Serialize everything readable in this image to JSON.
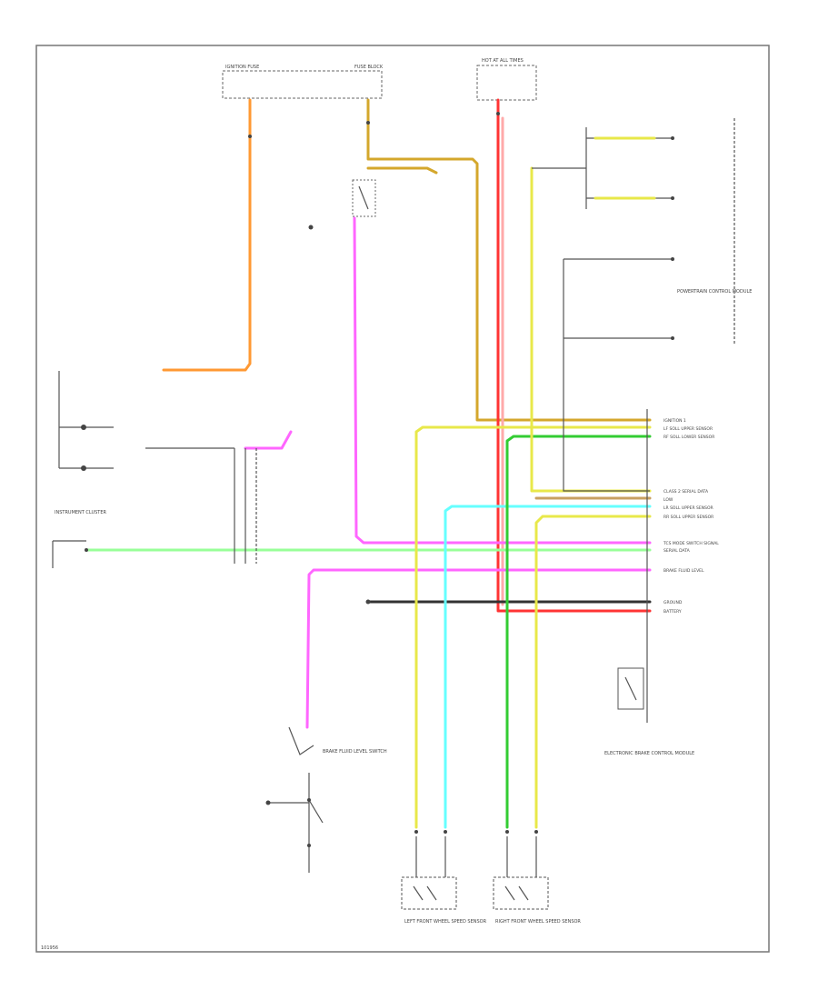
{
  "diagram": {
    "module_pins": [
      {
        "label": "IGNITION 1"
      },
      {
        "label": "LF SOLL UPPER SENSOR"
      },
      {
        "label": "RF SOLL LOWER SENSOR"
      },
      {
        "label": "CLASS 2 SERIAL DATA"
      },
      {
        "label": "LOW"
      },
      {
        "label": "LR SOLL UPPER SENSOR"
      },
      {
        "label": "RR SOLL UPPER SENSOR"
      },
      {
        "label": "TCS MODE SWITCH SIGNAL"
      },
      {
        "label": "SERIAL DATA"
      },
      {
        "label": "BRAKE FLUID LEVEL"
      },
      {
        "label": "GROUND"
      },
      {
        "label": "BATTERY"
      }
    ],
    "text": {
      "ignition_fuse_box": "IGNITION FUSE",
      "fuse_block": "FUSE BLOCK",
      "hot_at_all_times": "HOT AT ALL TIMES",
      "dash_instrument_cluster": "INSTRUMENT CLUSTER",
      "brake_fluid_level_switch": "BRAKE FLUID LEVEL SWITCH",
      "left_front_wheel_sensor": "LEFT FRONT WHEEL SPEED SENSOR",
      "right_front_wheel_sensor": "RIGHT FRONT WHEEL SPEED SENSOR",
      "ebcm": "ELECTRONIC BRAKE CONTROL MODULE",
      "powertrain_control_module": "POWERTRAIN CONTROL MODULE",
      "figure_code": "101956"
    },
    "wire_colors": {
      "orange": "#ff9933",
      "yellow_orange": "#d4a72c",
      "pink": "#ff66ff",
      "yellow": "#e8e84a",
      "green": "#33cc33",
      "light_green": "#99ff99",
      "cyan": "#66ffff",
      "red": "#ff3333",
      "light_pink": "#ffaaaa",
      "black": "#333333",
      "tan": "#c8a060",
      "grey": "#888888"
    }
  }
}
